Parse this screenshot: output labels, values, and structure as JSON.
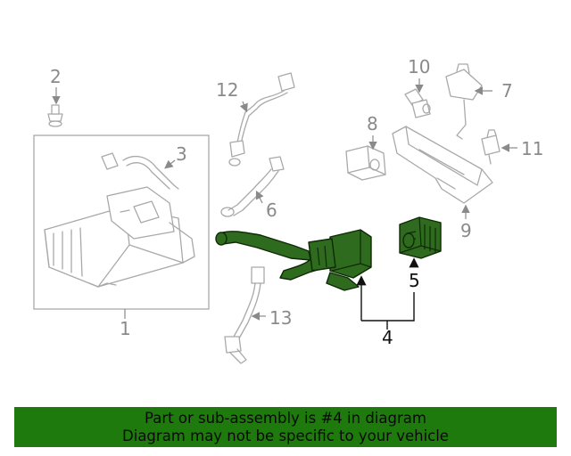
{
  "callouts": {
    "c1": "1",
    "c2": "2",
    "c3": "3",
    "c4": "4",
    "c5": "5",
    "c6": "6",
    "c7": "7",
    "c8": "8",
    "c9": "9",
    "c10": "10",
    "c11": "11",
    "c12": "12",
    "c13": "13"
  },
  "highlighted_part": "4",
  "colors": {
    "highlight": "#2f6b1e",
    "banner": "#1e7a0c",
    "line": "#a9a9a9"
  },
  "banner": {
    "line1": "Part or sub-assembly is #4 in diagram",
    "line2": "Diagram may not be specific to your vehicle"
  }
}
